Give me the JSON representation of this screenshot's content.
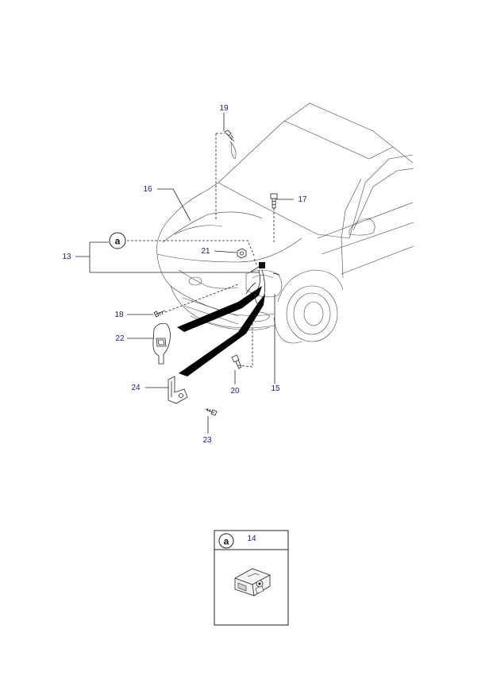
{
  "callouts": {
    "c13": "13",
    "c14": "14",
    "c15": "15",
    "c16": "16",
    "c17": "17",
    "c18": "18",
    "c19": "19",
    "c20": "20",
    "c21": "21",
    "c22": "22",
    "c23": "23",
    "c24": "24"
  },
  "detail_marker": "a",
  "inset": {
    "marker": "a",
    "part_number": "14"
  },
  "colors": {
    "callout_text": "#1a1a8c",
    "line_art": "#222222"
  }
}
